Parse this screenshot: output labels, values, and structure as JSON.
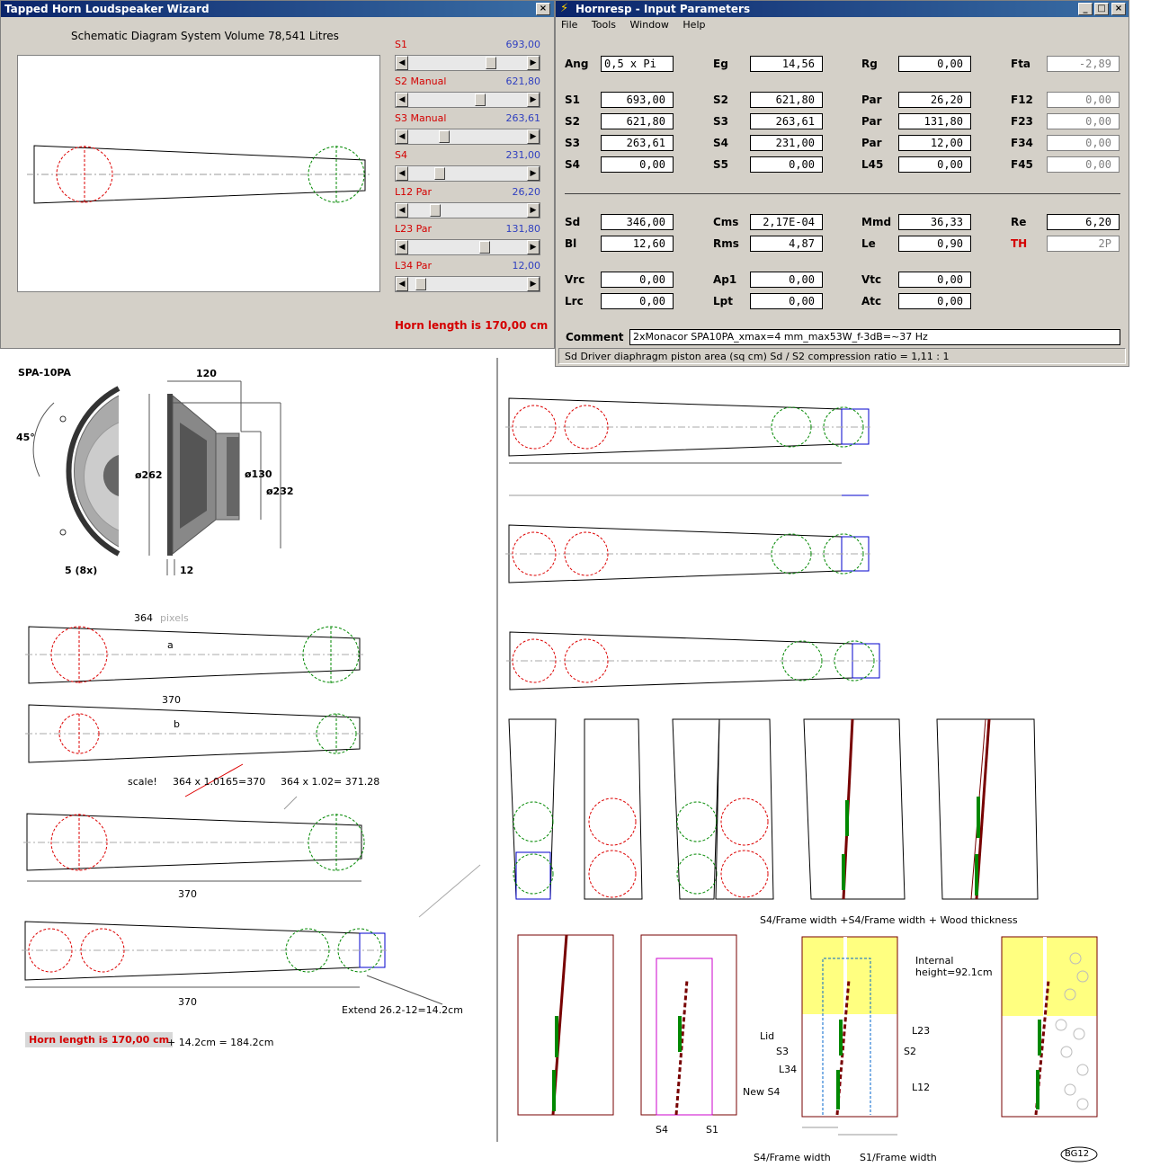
{
  "wizard": {
    "title": "Tapped Horn Loudspeaker Wizard",
    "heading": "Schematic Diagram   System Volume 78,541 Litres",
    "sliders": [
      {
        "label": "S1",
        "value": "693,00",
        "pos": 0.72
      },
      {
        "label": "S2  Manual",
        "value": "621,80",
        "pos": 0.62
      },
      {
        "label": "S3  Manual",
        "value": "263,61",
        "pos": 0.28
      },
      {
        "label": "S4",
        "value": "231,00",
        "pos": 0.24
      },
      {
        "label": "L12  Par",
        "value": "26,20",
        "pos": 0.2
      },
      {
        "label": "L23  Par",
        "value": "131,80",
        "pos": 0.66
      },
      {
        "label": "L34  Par",
        "value": "12,00",
        "pos": 0.07
      }
    ],
    "horn_length": "Horn length is 170,00 cm"
  },
  "hornresp": {
    "title": "Hornresp - Input Parameters",
    "menu": [
      "File",
      "Tools",
      "Window",
      "Help"
    ],
    "rows1": [
      [
        [
          "Ang",
          "0,5 x Pi"
        ],
        [
          "Eg",
          "14,56"
        ],
        [
          "Rg",
          "0,00"
        ],
        [
          "Fta",
          "-2,89"
        ]
      ]
    ],
    "rows2": [
      [
        [
          "S1",
          "693,00"
        ],
        [
          "S2",
          "621,80"
        ],
        [
          "Par",
          "26,20"
        ],
        [
          "F12",
          "0,00"
        ]
      ],
      [
        [
          "S2",
          "621,80"
        ],
        [
          "S3",
          "263,61"
        ],
        [
          "Par",
          "131,80"
        ],
        [
          "F23",
          "0,00"
        ]
      ],
      [
        [
          "S3",
          "263,61"
        ],
        [
          "S4",
          "231,00"
        ],
        [
          "Par",
          "12,00"
        ],
        [
          "F34",
          "0,00"
        ]
      ],
      [
        [
          "S4",
          "0,00"
        ],
        [
          "S5",
          "0,00"
        ],
        [
          "L45",
          "0,00"
        ],
        [
          "F45",
          "0,00"
        ]
      ]
    ],
    "rows3": [
      [
        [
          "Sd",
          "346,00"
        ],
        [
          "Cms",
          "2,17E-04"
        ],
        [
          "Mmd",
          "36,33"
        ],
        [
          "Re",
          "6,20"
        ]
      ],
      [
        [
          "Bl",
          "12,60"
        ],
        [
          "Rms",
          "4,87"
        ],
        [
          "Le",
          "0,90"
        ],
        [
          "TH",
          "2P"
        ]
      ]
    ],
    "rows4": [
      [
        [
          "Vrc",
          "0,00"
        ],
        [
          "Ap1",
          "0,00"
        ],
        [
          "Vtc",
          "0,00"
        ]
      ],
      [
        [
          "Lrc",
          "0,00"
        ],
        [
          "Lpt",
          "0,00"
        ],
        [
          "Atc",
          "0,00"
        ]
      ]
    ],
    "comment_label": "Comment",
    "comment": "2xMonacor SPA10PA_xmax=4 mm_max53W_f-3dB=~37 Hz",
    "status": "Sd   Driver diaphragm piston area  (sq cm)    Sd / S2 compression ratio = 1,11 : 1"
  },
  "notes": {
    "driver_name": "SPA-10PA",
    "dim_120": "120",
    "dim_45": "45°",
    "dim_262": "ø262",
    "dim_130": "ø130",
    "dim_232": "ø232",
    "dim_5": "5 (8x)",
    "dim_12": "12",
    "px364": "364",
    "pixels": "pixels",
    "a": "a",
    "b": "b",
    "n370a": "370",
    "scale": "scale!",
    "calc1": "364  x 1.0165=370",
    "calc2": "364  x 1.02= 371.28",
    "n370b": "370",
    "n370c": "370",
    "extend": "Extend 26.2-12=14.2cm",
    "horn_length": "Horn length is 170,00 cm",
    "plus": "+ 14.2cm =  184.2cm",
    "frame_title": "S4/Frame width +S4/Frame width + Wood thickness",
    "internal": "Internal",
    "height": "height=92.1cm",
    "lid": "Lid",
    "s3": "S3",
    "l34": "L34",
    "new_s4": "New S4",
    "l23": "L23",
    "s2": "S2",
    "l12": "L12",
    "s4": "S4",
    "s1": "S1",
    "s4fw": "S4/Frame width",
    "s1fw": "S1/Frame width",
    "bg12": "BG12"
  }
}
